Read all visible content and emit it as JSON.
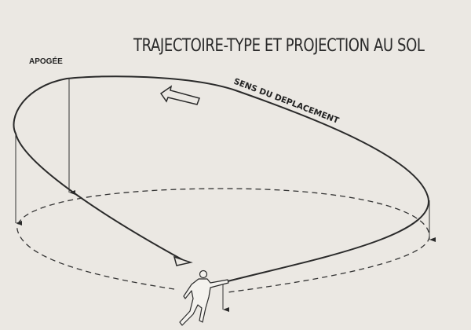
{
  "title": "TRAJECTOIRE-TYPE ET PROJECTION AU SOL",
  "labels": {
    "apogee": "APOGÉE",
    "direction": "SENS DU DEPLACEMENT"
  },
  "colors": {
    "ink": "#2a2a2a",
    "paper": "#ebe8e3"
  }
}
